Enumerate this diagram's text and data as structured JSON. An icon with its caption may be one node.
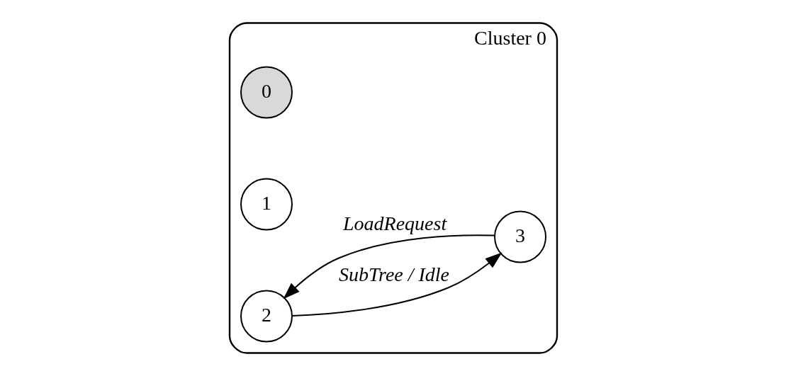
{
  "diagram": {
    "nodes": [
      {
        "text": [
          "Cluster 0"
        ]
      },
      {
        "text": [
          "0"
        ],
        "in": 0
      },
      {
        "text": [
          "1"
        ],
        "in": 0
      },
      {
        "text": [
          "2"
        ],
        "in": 0
      },
      {
        "text": [
          "3"
        ],
        "in": 0
      }
    ],
    "edges": [
      {
        "from": 4,
        "to": 3,
        "arrow": "to",
        "label": "LoadRequest"
      },
      {
        "from": 3,
        "to": 4,
        "arrow": "to",
        "label": "SubTree / Idle"
      }
    ]
  }
}
